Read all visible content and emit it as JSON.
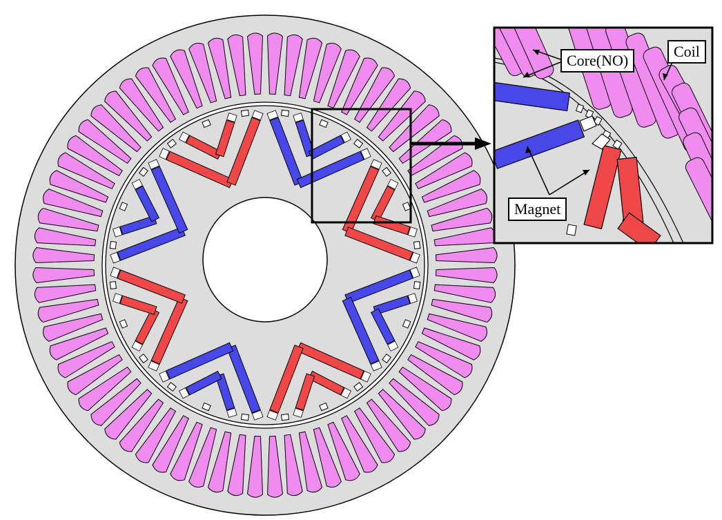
{
  "labels": {
    "core": "Core(NO)",
    "coil": "Coil",
    "magnet": "Magnet"
  },
  "colors": {
    "core": "#dddddd",
    "coil": "#f08cf0",
    "magnet_red": "#f04848",
    "magnet_blue": "#4848e8",
    "outline": "#000000",
    "background": "#ffffff"
  },
  "stator": {
    "slot_count": 72
  },
  "rotor": {
    "pole_count": 8,
    "pole_polarity": [
      "blue",
      "red",
      "blue",
      "red",
      "blue",
      "red",
      "blue",
      "red"
    ]
  }
}
